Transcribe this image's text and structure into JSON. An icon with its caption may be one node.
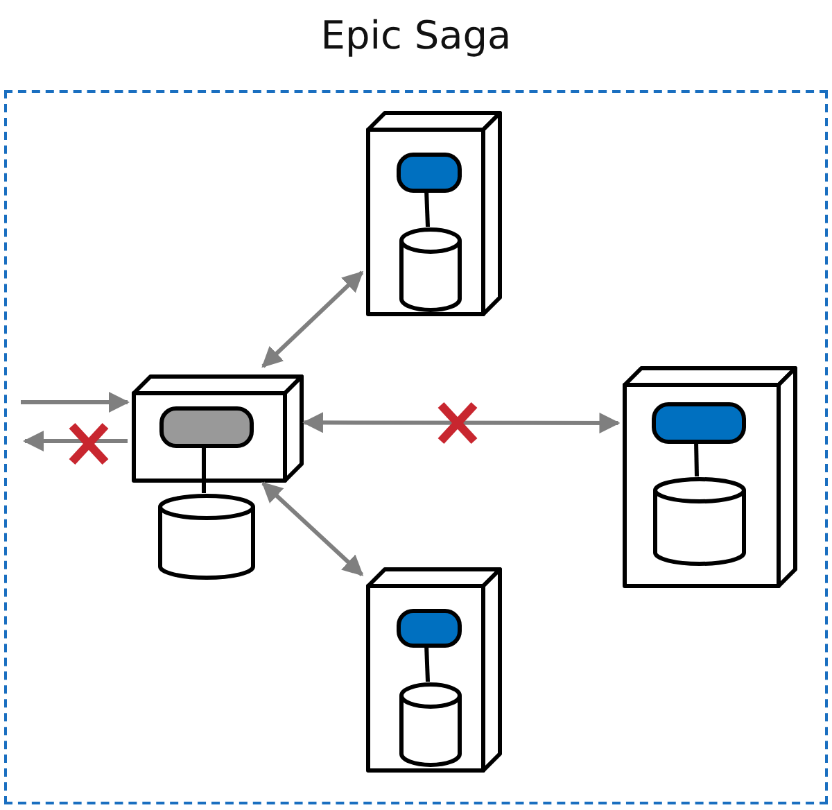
{
  "diagram": {
    "title": "Epic Saga",
    "nodes": [
      {
        "text": [],
        "shape": "box"
      },
      {
        "text": [],
        "shape": "box",
        "in": 0
      },
      {
        "text": [],
        "shape": "box",
        "in": 1
      },
      {
        "text": [],
        "shape": "cylinder",
        "in": 0
      },
      {
        "text": [],
        "shape": "box",
        "in": 0
      },
      {
        "text": [],
        "shape": "box",
        "in": 4
      },
      {
        "text": [],
        "shape": "cylinder",
        "in": 4
      },
      {
        "text": [],
        "shape": "box",
        "in": 0
      },
      {
        "text": [],
        "shape": "box",
        "in": 7
      },
      {
        "text": [],
        "shape": "cylinder",
        "in": 7
      },
      {
        "text": [],
        "shape": "box",
        "in": 0
      },
      {
        "text": [],
        "shape": "box",
        "in": 10
      },
      {
        "text": [],
        "shape": "cylinder",
        "in": 10
      }
    ],
    "edges": [
      {
        "from": null,
        "to": 1,
        "arrow": "to"
      },
      {
        "from": 1,
        "to": null,
        "arrow": "to"
      },
      {
        "from": 1,
        "to": 4,
        "arrow": "both"
      },
      {
        "from": 1,
        "to": 7,
        "arrow": "both"
      },
      {
        "from": 1,
        "to": 10,
        "arrow": "both"
      },
      {
        "from": 2,
        "to": 3,
        "arrow": "none",
        "color": "#000000"
      },
      {
        "from": 5,
        "to": 6,
        "arrow": "none",
        "color": "#000000"
      },
      {
        "from": 8,
        "to": 9,
        "arrow": "none",
        "color": "#000000"
      },
      {
        "from": 11,
        "to": 12,
        "arrow": "none",
        "color": "#000000"
      }
    ]
  }
}
